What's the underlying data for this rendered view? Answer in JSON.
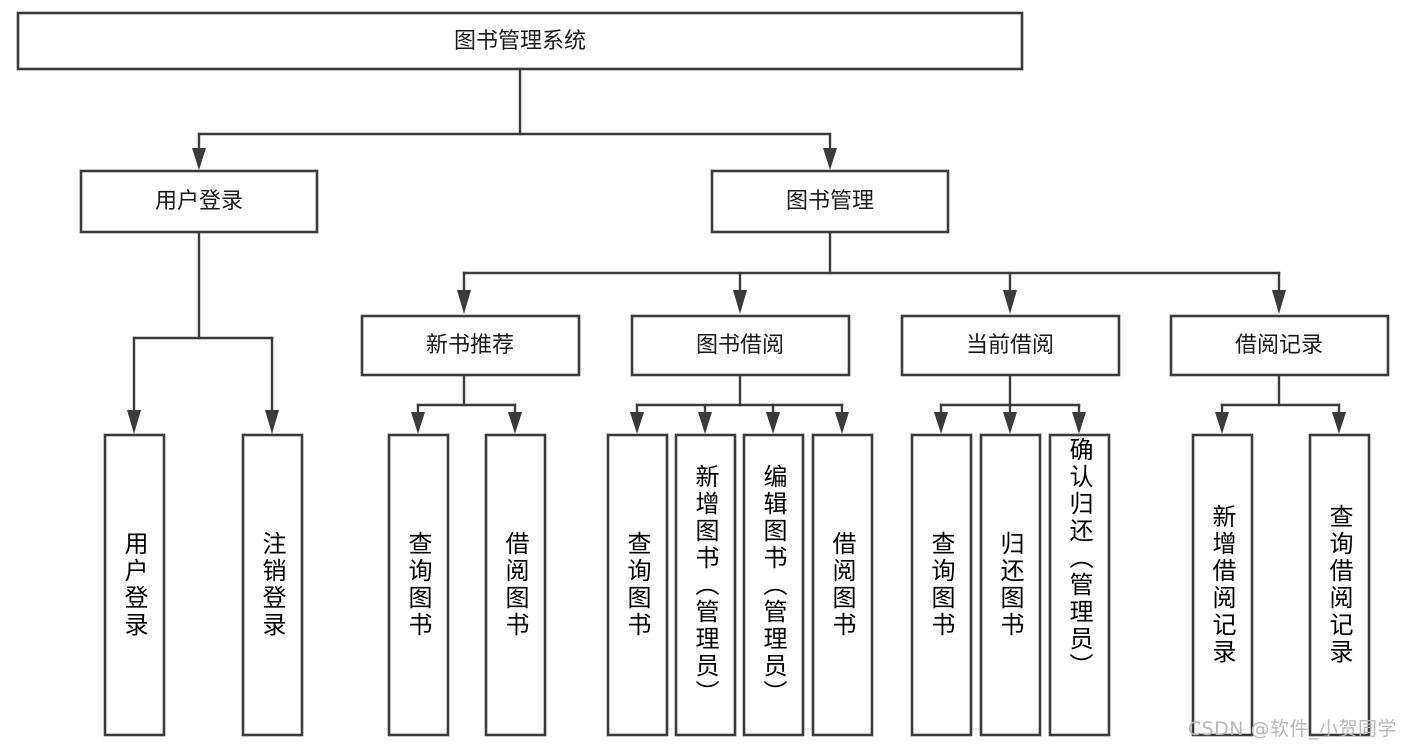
{
  "diagram": {
    "type": "tree-hierarchy",
    "title": "图书管理系统",
    "watermark": "CSDN @软件_小贺同学",
    "colors": {
      "box_stroke": "#3b3b3b",
      "box_fill": "#ffffff",
      "text": "#1a1a1a",
      "background": "#ffffff",
      "watermark": "#b9b9b9"
    },
    "root": {
      "label": "图书管理系统"
    },
    "level1": [
      {
        "label": "用户登录"
      },
      {
        "label": "图书管理"
      }
    ],
    "level2": [
      {
        "label": "新书推荐"
      },
      {
        "label": "图书借阅"
      },
      {
        "label": "当前借阅"
      },
      {
        "label": "借阅记录"
      }
    ],
    "leaves": {
      "user_login": [
        {
          "label": "用户登录"
        },
        {
          "label": "注销登录"
        }
      ],
      "new_book_recommend": [
        {
          "label": "查询图书"
        },
        {
          "label": "借阅图书"
        }
      ],
      "book_borrow": [
        {
          "label": "查询图书"
        },
        {
          "label": "新增图书（管理员）"
        },
        {
          "label": "编辑图书（管理员）"
        },
        {
          "label": "借阅图书"
        }
      ],
      "current_borrow": [
        {
          "label": "查询图书"
        },
        {
          "label": "归还图书"
        },
        {
          "label": "确认归还（管理员）"
        }
      ],
      "borrow_record": [
        {
          "label": "新增借阅记录"
        },
        {
          "label": "查询借阅记录"
        }
      ]
    }
  }
}
